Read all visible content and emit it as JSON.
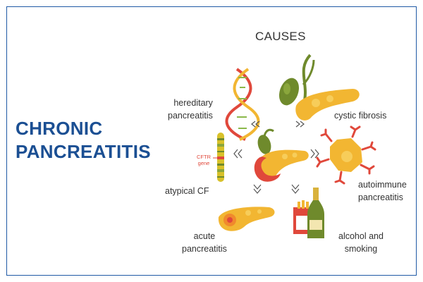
{
  "title": {
    "line1": "CHRONIC",
    "line2": "PANCREATITIS"
  },
  "causes_heading": "CAUSES",
  "causes": {
    "hereditary": {
      "line1": "hereditary",
      "line2": "pancreatitis"
    },
    "cystic_fibrosis": {
      "line1": "cystic fibrosis"
    },
    "autoimmune": {
      "line1": "autoimmune",
      "line2": "pancreatitis"
    },
    "atypical_cf": {
      "line1": "atypical CF"
    },
    "acute": {
      "line1": "acute",
      "line2": "pancreatitis"
    },
    "alcohol_smoking": {
      "line1": "alcohol and",
      "line2": "smoking"
    }
  },
  "gene_label": {
    "line1": "CFTR",
    "line2": "gene"
  },
  "colors": {
    "title": "#1b4f93",
    "border": "#1f5aa6",
    "pancreas": "#f2b632",
    "inflamed": "#e0483b",
    "gallbladder": "#6f8a2c"
  },
  "icons": [
    "dna-icon",
    "pancreas-gallbladder-icon",
    "central-pancreas-icon",
    "immune-cells-icon",
    "chromosome-icon",
    "pancreas-icon",
    "bottle-cigarettes-icon"
  ]
}
